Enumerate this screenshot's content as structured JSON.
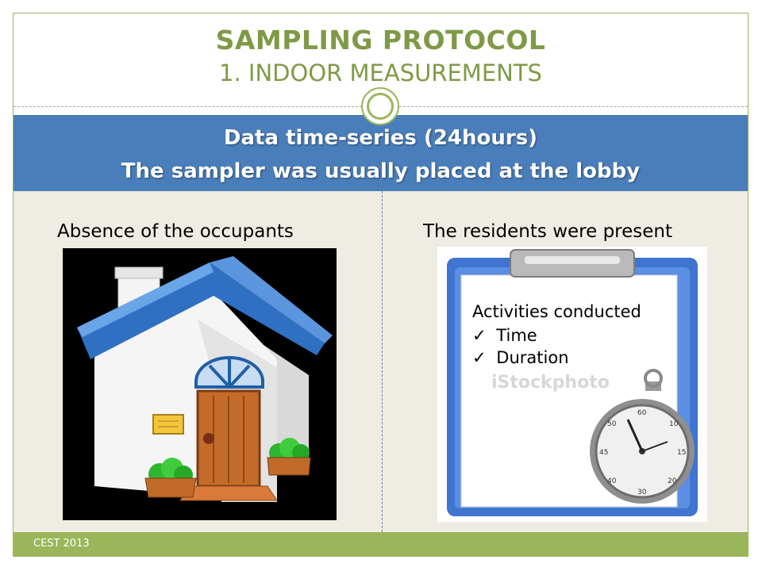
{
  "header": {
    "title": "SAMPLING PROTOCOL",
    "subtitle": "1. INDOOR MEASUREMENTS"
  },
  "band": {
    "line1": "Data time-series (24hours)",
    "line2": "The sampler was usually placed at the lobby"
  },
  "left_panel": {
    "label": "Absence of the occupants",
    "image": "house-illustration"
  },
  "right_panel": {
    "label": "The residents were present",
    "image": "clipboard-stopwatch-illustration",
    "watermark": "iStockphoto",
    "heading": "Activities conducted",
    "items": [
      "Time",
      "Duration"
    ],
    "check_mark": "✓"
  },
  "footer": {
    "text": "CEST 2013"
  },
  "colors": {
    "accent_green": "#9bb55a",
    "title_green": "#7f9a46",
    "band_blue": "#4a7ebb",
    "content_bg": "#efede3"
  }
}
